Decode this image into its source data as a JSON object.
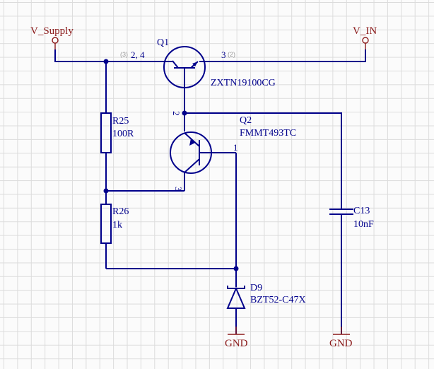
{
  "nets": {
    "v_supply": "V_Supply",
    "v_in": "V_IN",
    "gnd_left": "GND",
    "gnd_right": "GND"
  },
  "q1": {
    "ref": "Q1",
    "part": "ZXTN19100CG",
    "pin_base": "2, 4",
    "pin_base_alt": "(3)",
    "pin_collector": "3",
    "pin_collector_alt": "(2)"
  },
  "q2": {
    "ref": "Q2",
    "part": "FMMT493TC",
    "pin_collector": "2",
    "pin_base": "1",
    "pin_emitter": "3"
  },
  "r25": {
    "ref": "R25",
    "value": "100R"
  },
  "r26": {
    "ref": "R26",
    "value": "1k"
  },
  "c13": {
    "ref": "C13",
    "value": "10nF"
  },
  "d9": {
    "ref": "D9",
    "part": "BZT52-C47X"
  },
  "colors": {
    "wire": "#00008b",
    "net": "#8b1a1a",
    "grid": "#dcdcdc"
  }
}
